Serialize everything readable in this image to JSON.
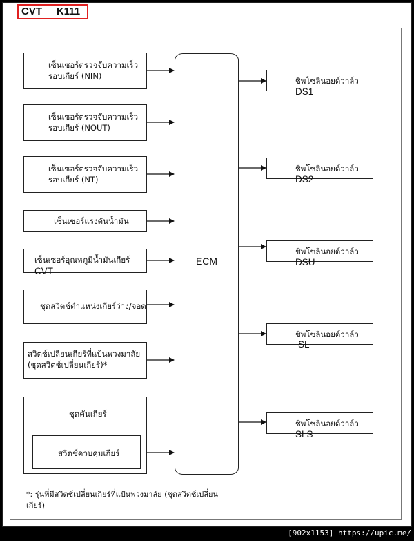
{
  "header": {
    "code": "CVT     K111"
  },
  "diagram": {
    "ecm_label": "ECM",
    "inputs": [
      {
        "line1": "เซ็นเซอร์ตรวจจับความเร็ว",
        "line2": "รอบเกียร์ (NIN)"
      },
      {
        "line1": "เซ็นเซอร์ตรวจจับความเร็ว",
        "line2": "รอบเกียร์ (NOUT)"
      },
      {
        "line1": "เซ็นเซอร์ตรวจจับความเร็ว",
        "line2": "รอบเกียร์ (NT)"
      },
      {
        "line1": "เซ็นเซอร์แรงดันน้ำมัน",
        "line2": ""
      },
      {
        "line1": "เซ็นเซอร์อุณหภูมิน้ำมันเกียร์",
        "line2": "CVT"
      },
      {
        "line1": "ชุดสวิตช์ตำแหน่งเกียร์ว่าง/จอด",
        "line2": ""
      },
      {
        "line1": "สวิตช์เปลี่ยนเกียร์ที่แป้นพวงมาลัย",
        "line2": "(ชุดสวิตช์เปลี่ยนเกียร์)*"
      }
    ],
    "shift_group": {
      "title": "ชุดคันเกียร์",
      "inner": "สวิตช์ควบคุมเกียร์"
    },
    "outputs": [
      {
        "label": "ชิพโซลินอยด์วาล์ว",
        "code": "DS1"
      },
      {
        "label": "ชิพโซลินอยด์วาล์ว",
        "code": "DS2"
      },
      {
        "label": "ชิพโซลินอยด์วาล์ว",
        "code": "DSU"
      },
      {
        "label": "ชิพโซลินอยด์วาล์ว",
        "code": "SL"
      },
      {
        "label": "ชิพโซลินอยด์วาล์ว",
        "code": "SLS"
      }
    ],
    "footnote": "*: รุ่นที่มีสวิตช์เปลี่ยนเกียร์ที่แป้นพวงมาลัย (ชุดสวิตช์เปลี่ยนเกียร์)"
  },
  "watermark": "[902x1153] https://upic.me/"
}
